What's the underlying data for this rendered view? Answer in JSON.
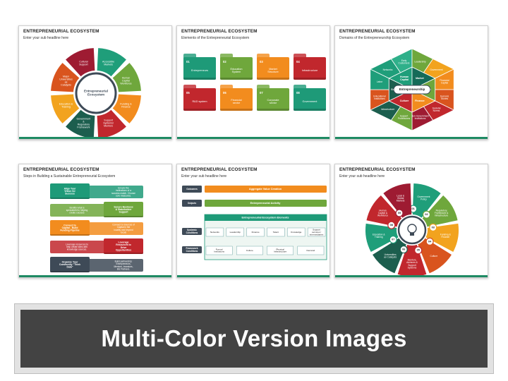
{
  "slides": [
    {
      "title": "ENTREPRENEURIAL ECOSYSTEM",
      "subtitle": "Enter your sub headline here",
      "center": "Entrepreneurial Ecosystem",
      "segments": [
        {
          "label": "Accessible Markets",
          "color": "#1f9e7a"
        },
        {
          "label": "Human Capital Workforce",
          "color": "#6fa73c"
        },
        {
          "label": "Funding & Finance",
          "color": "#f28c1e"
        },
        {
          "label": "Support Systems/ Mentors",
          "color": "#c1272d"
        },
        {
          "label": "Government & Regulatory Framework",
          "color": "#1c5e4e"
        },
        {
          "label": "Education & Training",
          "color": "#f2a31e"
        },
        {
          "label": "Major Universities as Catalysts",
          "color": "#d9541e"
        },
        {
          "label": "Cultural Support",
          "color": "#9e1b32"
        }
      ]
    },
    {
      "title": "ENTREPRENEURIAL ECOSYSTEM",
      "subtitle": "Elements of the Entrepreneurial Ecosystem",
      "cards": [
        {
          "num": "01",
          "label": "Entrepreneurs",
          "color": "#1e9a78"
        },
        {
          "num": "02",
          "label": "Education System",
          "color": "#6fa73c"
        },
        {
          "num": "03",
          "label": "Market Structure",
          "color": "#f28c1e"
        },
        {
          "num": "04",
          "label": "Infrastructure",
          "color": "#c1272d"
        },
        {
          "num": "05",
          "label": "R&D system",
          "color": "#c1272d"
        },
        {
          "num": "06",
          "label": "Financial sector",
          "color": "#f28c1e"
        },
        {
          "num": "07",
          "label": "Corporate sector",
          "color": "#6fa73c"
        },
        {
          "num": "08",
          "label": "Government",
          "color": "#1e9a78"
        }
      ]
    },
    {
      "title": "ENTREPRENEURIAL ECOSYSTEM",
      "subtitle": "Domains of the Entrepreneurship Ecosystem",
      "center": "Entrepreneurship",
      "inner": [
        {
          "label": "Human Capital",
          "color": "#1f9e7a"
        },
        {
          "label": "Market",
          "color": "#156b58"
        },
        {
          "label": "Policy",
          "color": "#6fa73c"
        },
        {
          "label": "Finance",
          "color": "#f28c1e"
        },
        {
          "label": "Culture",
          "color": "#c1272d"
        },
        {
          "label": "Supports",
          "color": "#1c5e4e"
        }
      ],
      "outer": [
        {
          "label": "Networks",
          "color": "#1f9e7a"
        },
        {
          "label": "Early Customers",
          "color": "#2fb08a"
        },
        {
          "label": "Leadership",
          "color": "#6fa73c"
        },
        {
          "label": "Government",
          "color": "#f2a31e"
        },
        {
          "label": "Financial Capital",
          "color": "#f28c1e"
        },
        {
          "label": "Success Stories",
          "color": "#d9541e"
        },
        {
          "label": "Societal Norms",
          "color": "#c1272d"
        },
        {
          "label": "Non-Government Institutions",
          "color": "#9e1b32"
        },
        {
          "label": "Support Professions",
          "color": "#6fa73c"
        },
        {
          "label": "Infrastructure",
          "color": "#1c5e4e"
        },
        {
          "label": "Educational Institutions",
          "color": "#d9541e"
        },
        {
          "label": "Labor",
          "color": "#1f9e7a"
        }
      ]
    },
    {
      "title": "ENTREPRENEURIAL ECOSYSTEM",
      "subtitle": "Steps in Building a Sustainable Entrepreneurial Ecosystem",
      "rows": [
        {
          "left": "Align Your Vision for Success",
          "right": "Ensure the inclinations of a success match. Choose core measures.",
          "color": "#1e9a78"
        },
        {
          "left": "Identify what is specialized to helping create success",
          "right": "Secure Business & Stakeholder Support",
          "color": "#6fa73c"
        },
        {
          "left": "Connect to Capital - Build Funding Pipeline",
          "right": "Connect to Sources of Capital in the locality and beyond locals",
          "color": "#f28c1e"
        },
        {
          "left": "Leverage resources to help create sites with knowledge sources.",
          "right": "Leverage Resources to Drive Opportunities",
          "color": "#c1272d"
        },
        {
          "left": "Organize Your Community \"Think Data\"",
          "right": "Build partnership: Entrepreneurs, Mentors, Investors, Biz Partners.",
          "color": "#3e4a57"
        }
      ]
    },
    {
      "title": "ENTREPRENEURIAL ECOSYSTEM",
      "subtitle": "Enter your sub headline here",
      "labels": {
        "outcomes": "Outcomes",
        "outputs": "Outputs",
        "systemic": "Systemic Conditions",
        "framework": "Framework Conditions"
      },
      "outcome_bar": "Aggregate Value Creation",
      "output_bar": "Entrepreneurial Activity",
      "elements_title": "Entrepreneurial Ecosystem Elements",
      "systemic_items": [
        "Networks",
        "Leadership",
        "Finance",
        "Talent",
        "Knowledge",
        "Support services / intermediaries"
      ],
      "framework_items": [
        "Formal Institutions",
        "Culture",
        "Physical Infrastructure",
        "Demand"
      ],
      "colors": {
        "outcome": "#f28c1e",
        "output": "#6fa73c",
        "green": "#1e9a78",
        "dark": "#3e4a57"
      }
    },
    {
      "title": "ENTREPRENEURIAL ECOSYSTEM",
      "subtitle": "Enter your sub headline here",
      "segments": [
        {
          "num": "01",
          "label": "Government Policy",
          "color": "#1f9e7a"
        },
        {
          "num": "02",
          "label": "Regulatory Framework & Infrastructure",
          "color": "#6fa73c"
        },
        {
          "num": "03",
          "label": "Funding & Finance",
          "color": "#f2a31e"
        },
        {
          "num": "04",
          "label": "Culture",
          "color": "#d9541e"
        },
        {
          "num": "05",
          "label": "Mentors, Advisors & Support Systems",
          "color": "#c1272d"
        },
        {
          "num": "06",
          "label": "Universities as Catalysts",
          "color": "#1c5e4e"
        },
        {
          "num": "07",
          "label": "Education & Training",
          "color": "#1f9e7a"
        },
        {
          "num": "08",
          "label": "Human Capital & Workforce",
          "color": "#c1272d"
        },
        {
          "num": "09",
          "label": "Local & Global Markets",
          "color": "#9e1b32"
        }
      ]
    }
  ],
  "banner": "Multi-Color Version Images",
  "accent": "#1e8a63"
}
